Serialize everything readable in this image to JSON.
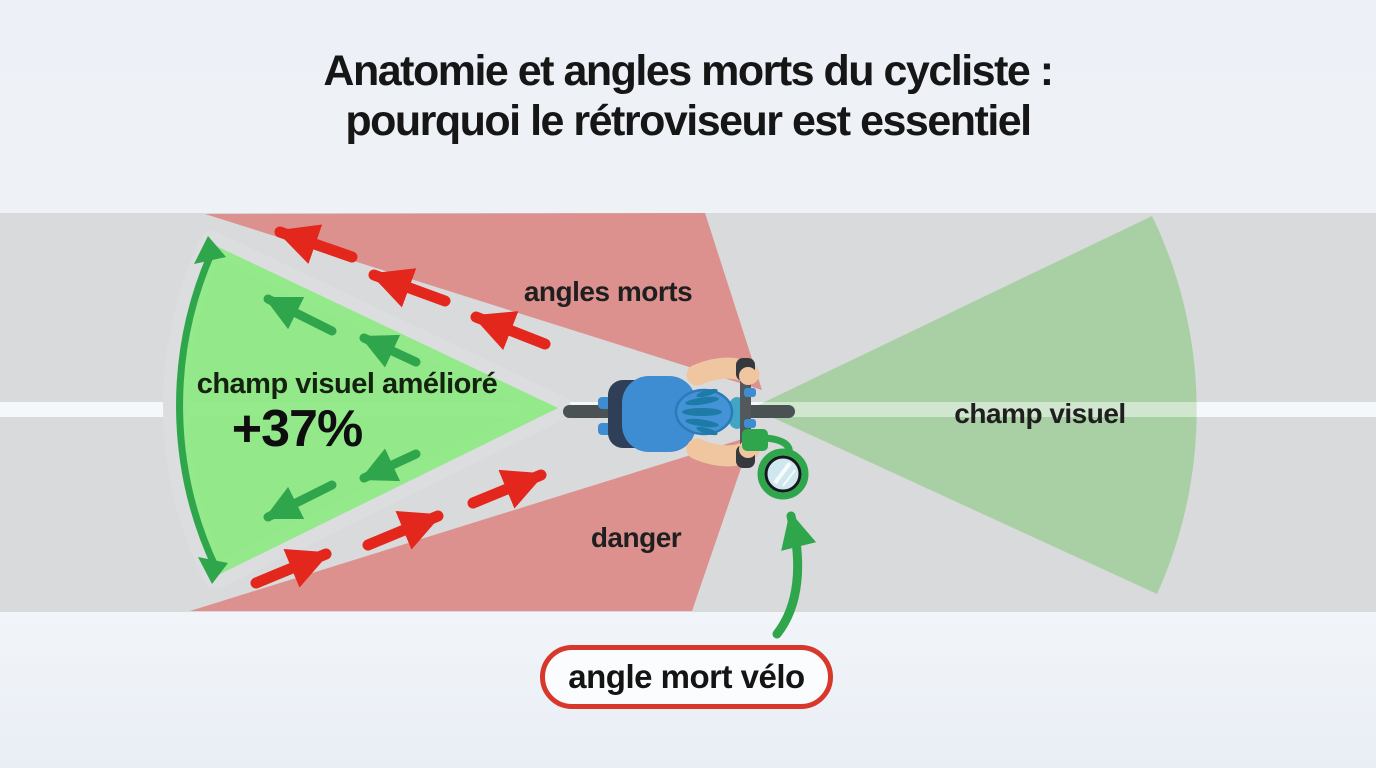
{
  "title": {
    "line1": "Anatomie et angles morts du cycliste :",
    "line2": "pourquoi le rétroviseur est essentiel"
  },
  "zones": {
    "blind_spots_label": "angles morts",
    "danger_label": "danger",
    "improved_field_label": "champ visuel amélioré",
    "improved_field_value": "+37%",
    "field_of_view_label": "champ visuel"
  },
  "callout": {
    "bike_blind_spot_label": "angle mort vélo"
  },
  "icons": {
    "cyclist": "cyclist-top-view-icon",
    "mirror": "bike-mirror-icon",
    "arrows": "direction-arrow-icon"
  },
  "colors": {
    "blind_spot_zone": "#dc918f",
    "field_of_view_zone": "#a6cfa2",
    "improved_zone": "#8fe986",
    "arrow_red": "#e3271d",
    "arrow_green": "#2fa64b",
    "callout_border": "#d7382b",
    "road": "#d9dadb",
    "background": "#eef2f7"
  }
}
